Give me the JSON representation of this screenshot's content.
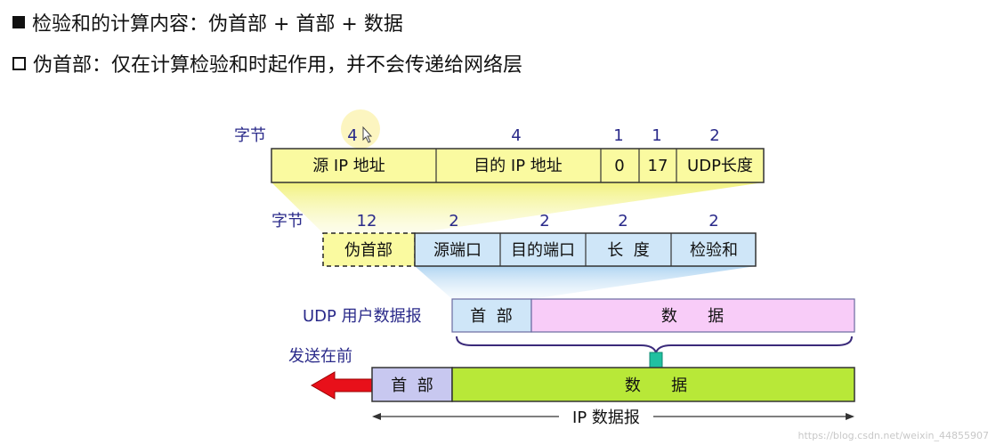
{
  "bullets": [
    "检验和的计算内容：伪首部 + 首部 + 数据",
    "伪首部：仅在计算检验和时起作用，并不会传递给网络层"
  ],
  "pseudo_header": {
    "bytes_label": "字节",
    "sizes": [
      "4",
      "4",
      "1",
      "1",
      "2"
    ],
    "fields": [
      "源 IP 地址",
      "目的 IP 地址",
      "0",
      "17",
      "UDP长度"
    ]
  },
  "udp_header": {
    "bytes_label": "字节",
    "sizes": [
      "12",
      "2",
      "2",
      "2",
      "2"
    ],
    "fields": [
      "伪首部",
      "源端口",
      "目的端口",
      "长  度",
      "检验和"
    ]
  },
  "udp_datagram": {
    "label": "UDP 用户数据报",
    "header": "首  部",
    "data": "数      据"
  },
  "ip_datagram": {
    "send_label": "发送在前",
    "header": "首  部",
    "data": "数      据",
    "label": "IP 数据报"
  },
  "watermark": "https://blog.csdn.net/weixin_44855907",
  "colors": {
    "yellow": "#fafaa0",
    "light_blue": "#cfe6f8",
    "pink": "#f8ccf8",
    "green": "#b8e838",
    "lavender": "#c8c8f0",
    "arrow_red": "#e8101a",
    "arrow_teal": "#20c0a0",
    "label_blue": "#2a2a8a"
  }
}
